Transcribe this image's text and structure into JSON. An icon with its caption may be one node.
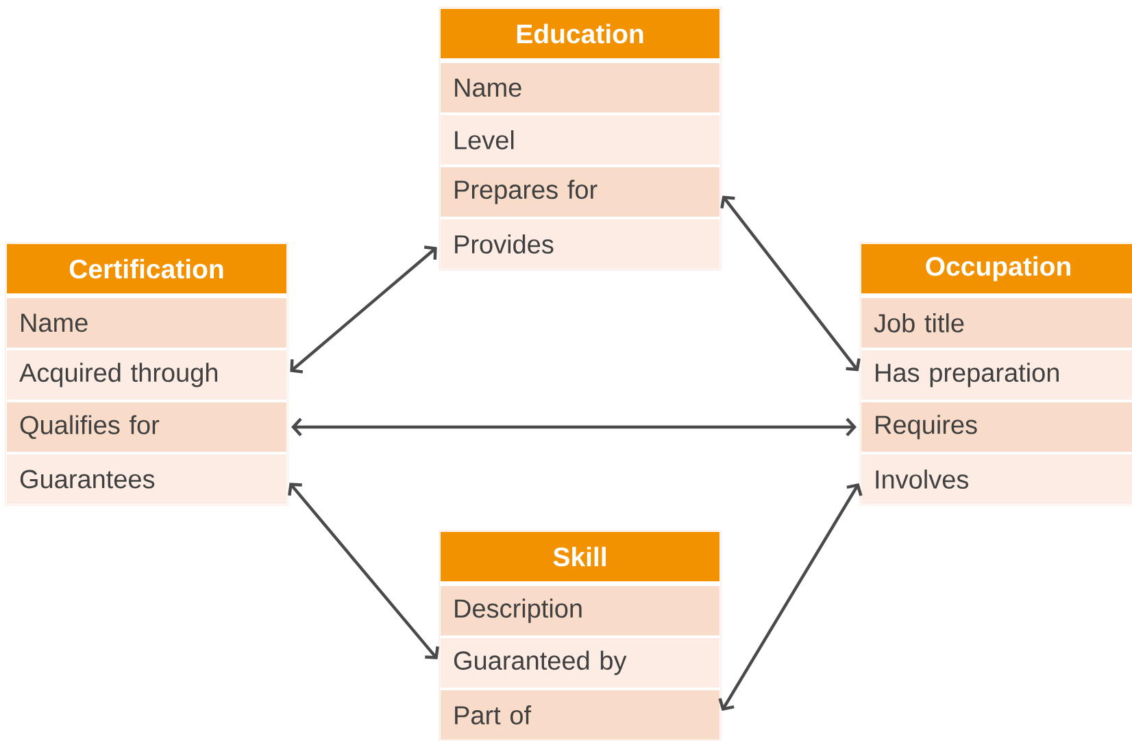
{
  "diagram": {
    "nodes": [
      {
        "text": [
          "Education"
        ]
      },
      {
        "text": [
          "Name"
        ],
        "in": 0
      },
      {
        "text": [
          "Level"
        ],
        "in": 0
      },
      {
        "text": [
          "Prepares for"
        ],
        "in": 0
      },
      {
        "text": [
          "Provides"
        ],
        "in": 0
      },
      {
        "text": [
          "Certification"
        ]
      },
      {
        "text": [
          "Name"
        ],
        "in": 5
      },
      {
        "text": [
          "Acquired through"
        ],
        "in": 5
      },
      {
        "text": [
          "Qualifies for"
        ],
        "in": 5
      },
      {
        "text": [
          "Guarantees"
        ],
        "in": 5
      },
      {
        "text": [
          "Occupation"
        ]
      },
      {
        "text": [
          "Job title"
        ],
        "in": 10
      },
      {
        "text": [
          "Has preparation"
        ],
        "in": 10
      },
      {
        "text": [
          "Requires"
        ],
        "in": 10
      },
      {
        "text": [
          "Involves"
        ],
        "in": 10
      },
      {
        "text": [
          "Skill"
        ]
      },
      {
        "text": [
          "Description"
        ],
        "in": 15
      },
      {
        "text": [
          "Guaranteed by"
        ],
        "in": 15
      },
      {
        "text": [
          "Part of"
        ],
        "in": 15
      }
    ],
    "edges": [
      {
        "from": 4,
        "to": 7,
        "arrow": "both"
      },
      {
        "from": 3,
        "to": 12,
        "arrow": "both"
      },
      {
        "from": 8,
        "to": 13,
        "arrow": "both"
      },
      {
        "from": 9,
        "to": 17,
        "arrow": "both"
      },
      {
        "from": 18,
        "to": 14,
        "arrow": "both"
      }
    ]
  }
}
